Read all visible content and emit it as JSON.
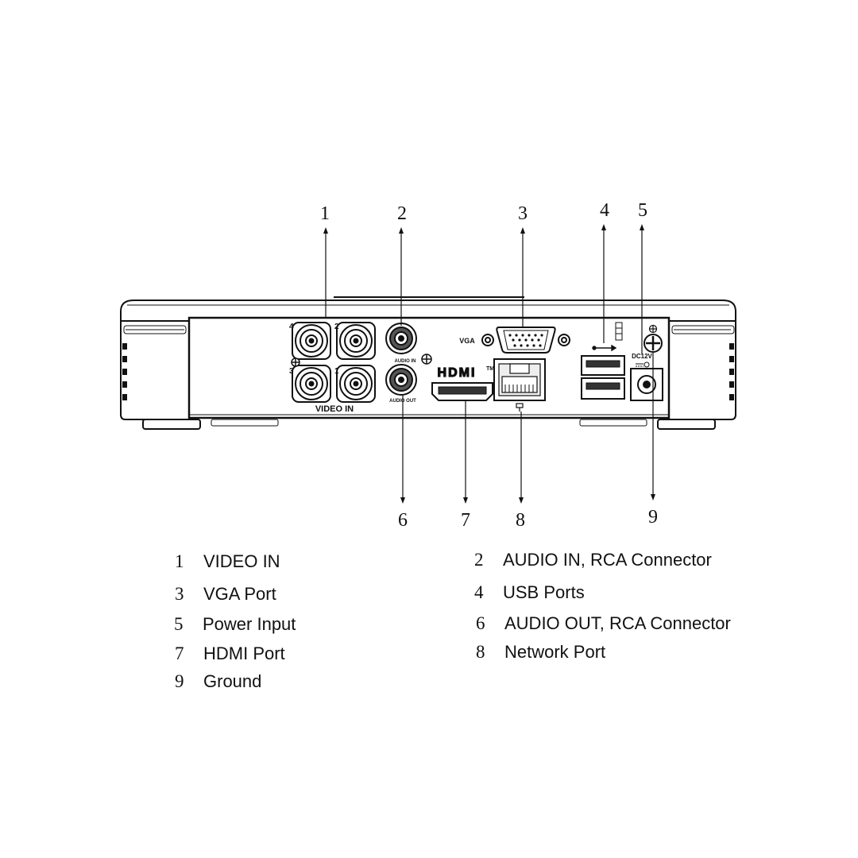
{
  "panel_labels": {
    "bnc_4": "4",
    "bnc_2": "2",
    "bnc_3": "3",
    "bnc_1": "1",
    "video_in": "VIDEO IN",
    "audio_in": "AUDIO IN",
    "audio_out": "AUDIO OUT",
    "vga": "VGA",
    "hdmi": "HDMI",
    "hdmi_tm": "TM",
    "dc": "DC12V"
  },
  "callouts": {
    "c1": "1",
    "c2": "2",
    "c3": "3",
    "c4": "4",
    "c5": "5",
    "c6": "6",
    "c7": "7",
    "c8": "8",
    "c9": "9"
  },
  "legend": [
    {
      "num": "1",
      "text": "VIDEO IN"
    },
    {
      "num": "2",
      "text": "AUDIO IN, RCA Connector"
    },
    {
      "num": "3",
      "text": "VGA Port"
    },
    {
      "num": "4",
      "text": "USB Ports"
    },
    {
      "num": "5",
      "text": "Power Input"
    },
    {
      "num": "6",
      "text": "AUDIO OUT, RCA Connector"
    },
    {
      "num": "7",
      "text": "HDMI Port"
    },
    {
      "num": "8",
      "text": "Network Port"
    },
    {
      "num": "9",
      "text": "Ground"
    }
  ]
}
